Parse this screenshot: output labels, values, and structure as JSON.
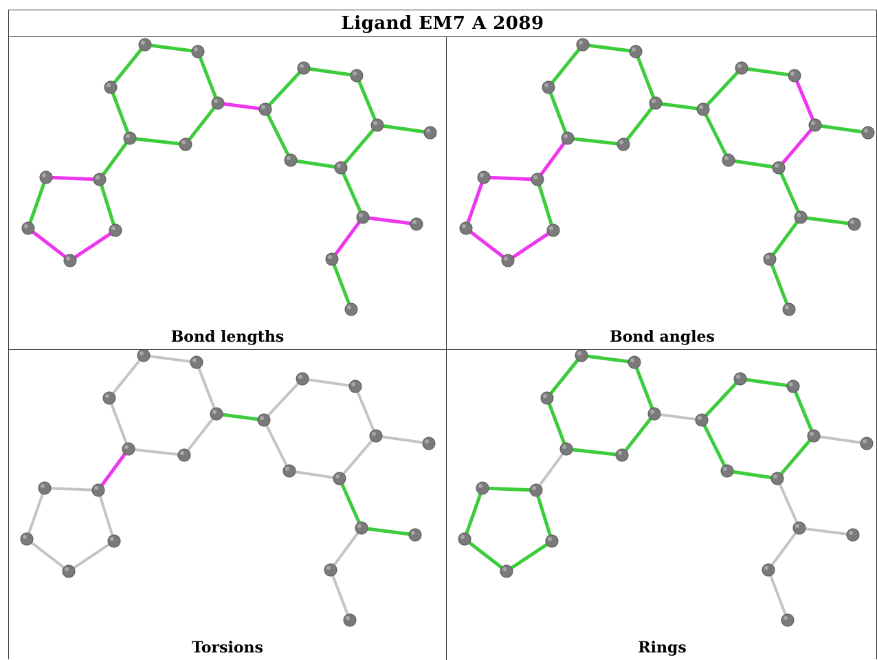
{
  "title": "Ligand EM7 A 2089",
  "colors": {
    "ok": "#3ccc3c",
    "outlier": "#ee36ee",
    "neutral": "#c4c4c4",
    "atom": "#7a7a7a"
  },
  "panels": [
    {
      "caption": "Bond lengths",
      "bond_status": [
        "ok",
        "ok",
        "ok",
        "ok",
        "ok",
        "ok",
        "outlier",
        "ok",
        "ok",
        "ok",
        "ok",
        "ok",
        "ok",
        "ok",
        "ok",
        "outlier",
        "outlier",
        "ok",
        "ok",
        "outlier",
        "ok",
        "outlier",
        "outlier",
        "ok",
        "outlier"
      ]
    },
    {
      "caption": "Bond angles",
      "bond_status": [
        "ok",
        "ok",
        "ok",
        "ok",
        "ok",
        "ok",
        "ok",
        "ok",
        "ok",
        "outlier",
        "outlier",
        "ok",
        "ok",
        "ok",
        "ok",
        "ok",
        "ok",
        "ok",
        "outlier",
        "outlier",
        "outlier",
        "outlier",
        "outlier",
        "ok",
        "outlier"
      ]
    },
    {
      "caption": "Torsions",
      "bond_status": [
        "neutral",
        "neutral",
        "neutral",
        "neutral",
        "neutral",
        "neutral",
        "ok",
        "neutral",
        "neutral",
        "neutral",
        "neutral",
        "neutral",
        "neutral",
        "neutral",
        "ok",
        "ok",
        "neutral",
        "neutral",
        "outlier",
        "neutral",
        "neutral",
        "neutral",
        "neutral",
        "neutral",
        "neutral"
      ]
    },
    {
      "caption": "Rings",
      "bond_status": [
        "ok",
        "ok",
        "ok",
        "ok",
        "ok",
        "ok",
        "neutral",
        "ok",
        "ok",
        "ok",
        "ok",
        "ok",
        "ok",
        "neutral",
        "neutral",
        "neutral",
        "neutral",
        "neutral",
        "neutral",
        "ok",
        "ok",
        "ok",
        "ok",
        "ok",
        "neutral"
      ]
    }
  ]
}
